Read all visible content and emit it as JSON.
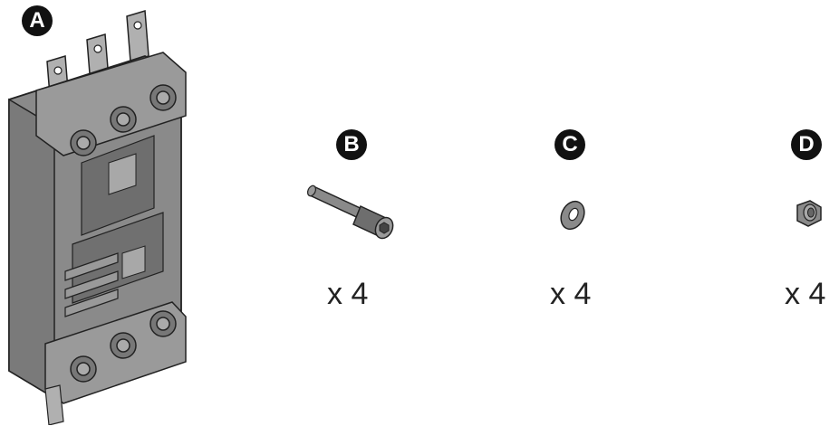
{
  "parts": [
    {
      "label": "A",
      "quantity": "",
      "description": "three-pole terminal base"
    },
    {
      "label": "B",
      "quantity": "x 4",
      "description": "socket-head screw"
    },
    {
      "label": "C",
      "quantity": "x 4",
      "description": "washer"
    },
    {
      "label": "D",
      "quantity": "x 4",
      "description": "hex nut"
    }
  ],
  "colors": {
    "badge": "#111111",
    "part_body": "#8a8a8a",
    "part_dark": "#555555",
    "outline": "#222222"
  }
}
